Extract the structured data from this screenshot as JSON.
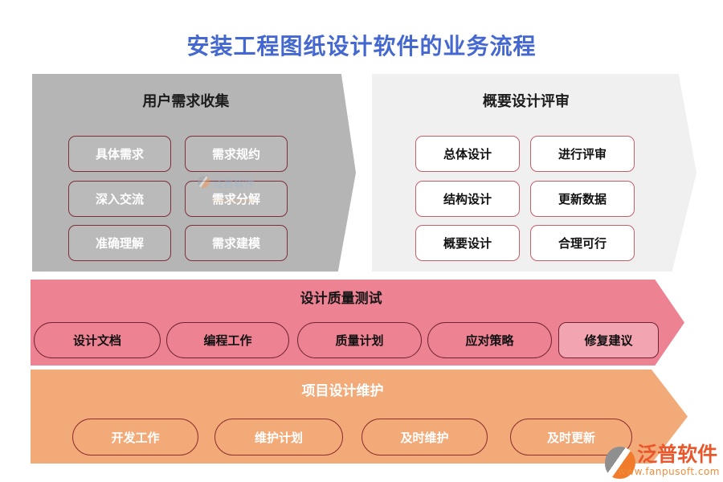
{
  "title": "安装工程图纸设计软件的业务流程",
  "stages": [
    {
      "name": "用户需求收集",
      "items": [
        "具体需求",
        "需求规约",
        "深入交流",
        "需求分解",
        "准确理解",
        "需求建模"
      ]
    },
    {
      "name": "概要设计评审",
      "items": [
        "总体设计",
        "进行评审",
        "结构设计",
        "更新数据",
        "概要设计",
        "合理可行"
      ]
    },
    {
      "name": "设计质量测试",
      "items": [
        "设计文档",
        "编程工作",
        "质量计划",
        "应对策略",
        "修复建议"
      ]
    },
    {
      "name": "项目设计维护",
      "items": [
        "开发工作",
        "维护计划",
        "及时维护",
        "及时更新"
      ]
    }
  ],
  "watermark": {
    "text": "泛普软件",
    "subtext": "FANPU SOFTWARE"
  },
  "logo": {
    "name": "泛普软件",
    "url": "www.fanpusoft.com"
  },
  "colors": {
    "title_blue": "#4468cf",
    "stage1_bg": "#b5b5b5",
    "stage2_bg": "#f0f0f0",
    "stage3_bg": "#ed8293",
    "stage4_bg": "#f3aa79",
    "chip_border_dark": "#7f2f3a",
    "chip_border_light": "#c1606b",
    "highlight_chip_bg": "#f2a4b0",
    "logo_orange": "#e8582c"
  }
}
